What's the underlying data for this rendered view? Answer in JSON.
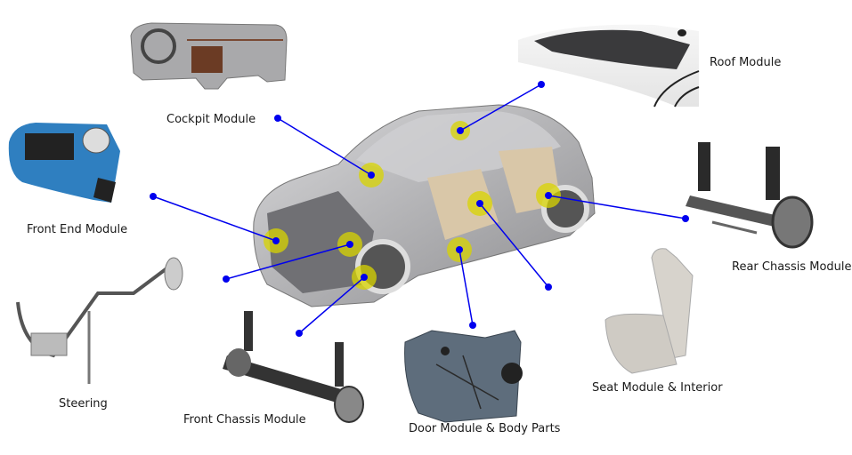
{
  "title": "Automotive Module Diagram",
  "labels": {
    "cockpit": "Cockpit Module",
    "roof": "Roof Module",
    "front_end": "Front End Module",
    "rear_chassis": "Rear Chassis Module",
    "steering": "Steering",
    "front_chassis": "Front Chassis Module",
    "door": "Door Module & Body Parts",
    "seat": "Seat Module & Interior"
  },
  "colors": {
    "connector": "#0000ee",
    "hotspot": "#d8d400",
    "car_body": "#b9b9bb",
    "front_end_blue": "#2f7fc0"
  }
}
